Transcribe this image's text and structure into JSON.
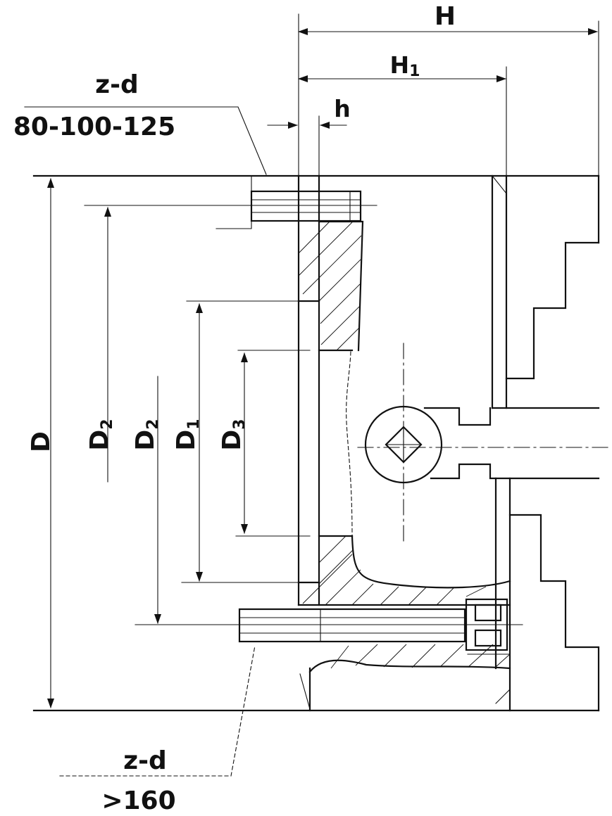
{
  "labels": {
    "H": "H",
    "H1_main": "H",
    "H1_sub": "1",
    "h": "h",
    "top_note_title": "z-d",
    "top_note_value": "80-100-125",
    "bottom_note_title": "z-d",
    "bottom_note_value": ">160",
    "D": "D",
    "D2_outer_main": "D",
    "D2_outer_sub": "2",
    "D2_inner_main": "D",
    "D2_inner_sub": "2",
    "D1_main": "D",
    "D1_sub": "1",
    "D3_main": "D",
    "D3_sub": "3"
  },
  "colors": {
    "ink": "#111111",
    "paper": "#ffffff"
  }
}
